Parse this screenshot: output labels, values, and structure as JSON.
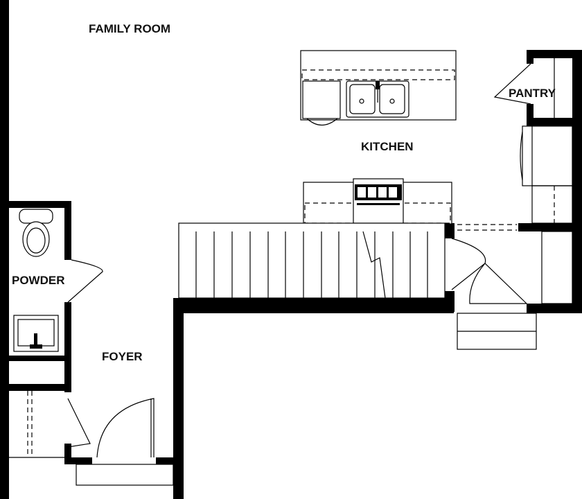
{
  "rooms": {
    "family_room": "FAMILY ROOM",
    "kitchen": "KITCHEN",
    "pantry": "PANTRY",
    "powder": "POWDER",
    "foyer": "FOYER"
  }
}
